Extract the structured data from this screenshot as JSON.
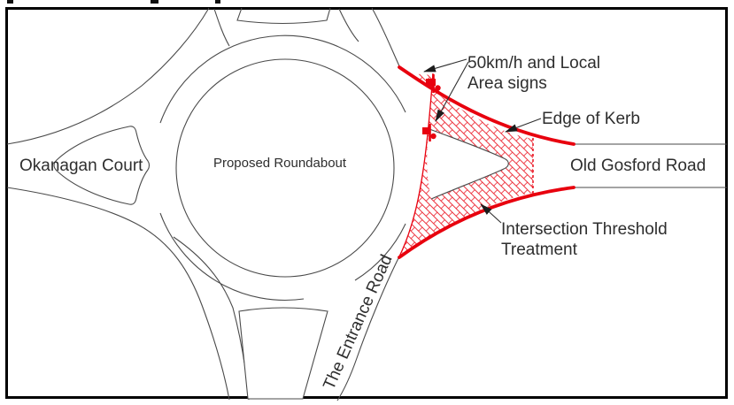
{
  "figure": {
    "kind": "traffic-engineering-diagram",
    "subject": "Proposed roundabout with intersection threshold treatment"
  },
  "labels": {
    "okanagan_court": "Okanagan Court",
    "proposed_roundabout": "Proposed Roundabout",
    "old_gosford_road": "Old Gosford Road",
    "the_entrance_road": "The Entrance Road",
    "speed_signs_line1": "50km/h and Local",
    "speed_signs_line2": "Area signs",
    "edge_of_kerb": "Edge of Kerb",
    "threshold_line1": "Intersection Threshold",
    "threshold_line2": "Treatment"
  },
  "colors": {
    "treatment_red": "#e8000e",
    "line_gray": "#4a4a4a",
    "text": "#2e2e2e",
    "border": "#000000",
    "background": "#ffffff"
  },
  "icons": {
    "speed_sign_icon_count": 2,
    "leader_arrowhead_count": 4
  }
}
